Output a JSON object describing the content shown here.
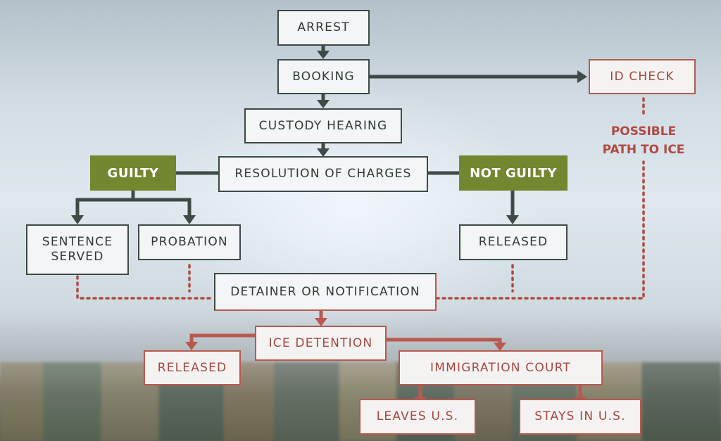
{
  "colors": {
    "legal_path": "#3d4a45",
    "ice_path": "#b9584f",
    "verdict_fill": "#738630"
  },
  "nodes": {
    "arrest": "ARREST",
    "booking": "BOOKING",
    "custody_hearing": "CUSTODY HEARING",
    "resolution_of_charges": "RESOLUTION OF CHARGES",
    "guilty": "GUILTY",
    "not_guilty": "NOT GUILTY",
    "sentence_served": "SENTENCE\nSERVED",
    "probation": "PROBATION",
    "released_after_trial": "RELEASED",
    "id_check": "ID CHECK",
    "detainer_or_notification": "DETAINER OR NOTIFICATION",
    "ice_detention": "ICE DETENTION",
    "released_from_ice": "RELEASED",
    "immigration_court": "IMMIGRATION COURT",
    "leaves_us": "LEAVES U.S.",
    "stays_in_us": "STAYS IN U.S."
  },
  "annotations": {
    "possible_path": "POSSIBLE\nPATH TO ICE"
  }
}
